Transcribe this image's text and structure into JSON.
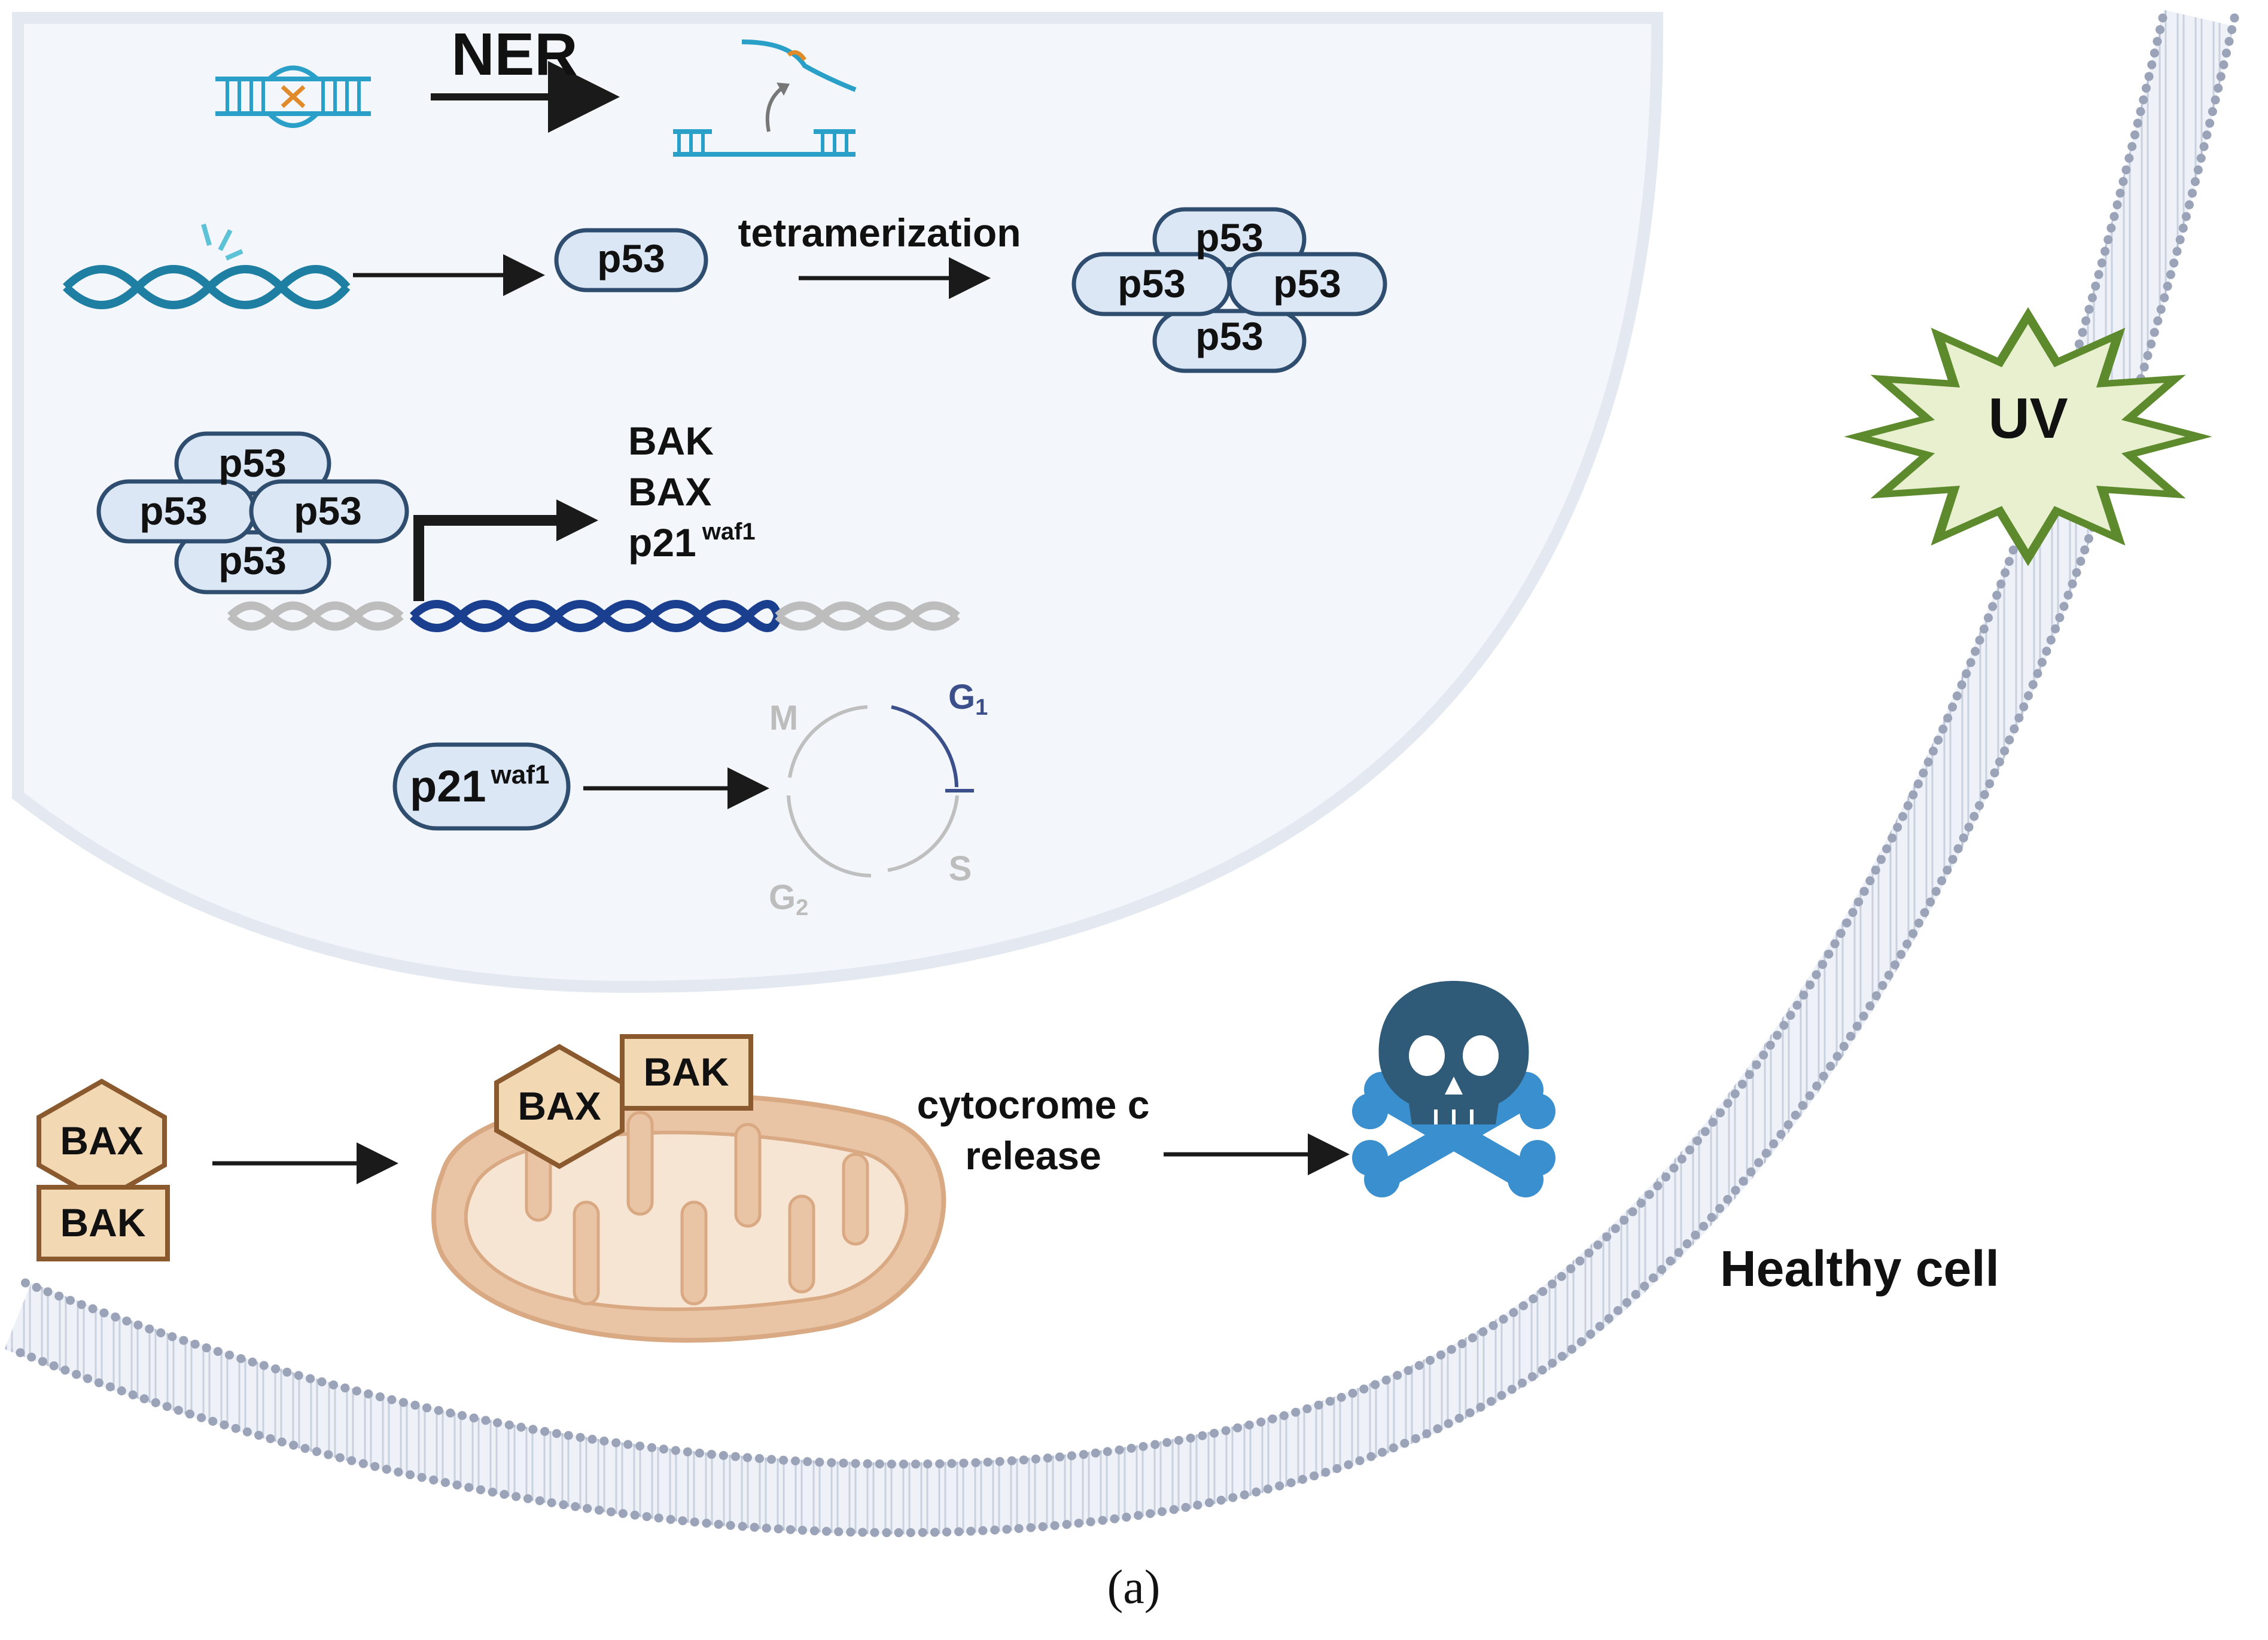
{
  "nucleus": {
    "ner_label": "NER",
    "tetramer_label": "tetramerization",
    "p53_label": "p53",
    "targets": {
      "line1": "BAK",
      "line2": "BAX",
      "line3_main": "p21",
      "line3_sup": "waf1"
    },
    "p21_protein": {
      "main": "p21",
      "sup": "waf1"
    },
    "cycle": {
      "m": "M",
      "g1_main": "G",
      "g1_sub": "1",
      "s": "S",
      "g2_main": "G",
      "g2_sub": "2"
    }
  },
  "cytoplasm": {
    "bax_label": "BAX",
    "bak_label": "BAK",
    "cytochrome_line1": "cytocrome c",
    "cytochrome_line2": "release",
    "uv_label": "UV",
    "cell_label": "Healthy cell"
  },
  "caption": "(a)",
  "colors": {
    "nucleus_fill": "#f3f6fb",
    "nucleus_border": "#e4e9f1",
    "protein_fill": "#dbe7f5",
    "protein_stroke": "#2f4d6e",
    "dna_teal": "#1f7fa3",
    "gene_blue": "#1b3f8f",
    "bcl2_fill": "#f3d8b4",
    "bcl2_stroke": "#8a5a2e",
    "mito_fill": "#e9c5a5",
    "membrane": "#9aa3b7",
    "uv_fill": "#e8f0cf",
    "uv_stroke": "#5d8a2c",
    "skull": "#2f5a78",
    "bones": "#3a8fcf"
  }
}
